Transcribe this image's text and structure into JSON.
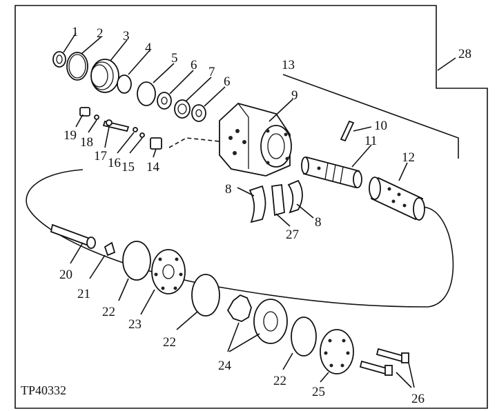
{
  "figure_code": "TP40332",
  "callouts": [
    "1",
    "2",
    "3",
    "4",
    "5",
    "6",
    "7",
    "6",
    "9",
    "13",
    "28",
    "19",
    "18",
    "17",
    "16",
    "15",
    "14",
    "10",
    "11",
    "12",
    "8",
    "27",
    "8",
    "20",
    "21",
    "22",
    "23",
    "22",
    "24",
    "22",
    "25",
    "26"
  ],
  "colors": {
    "ink": "#111111",
    "paper": "#ffffff"
  }
}
